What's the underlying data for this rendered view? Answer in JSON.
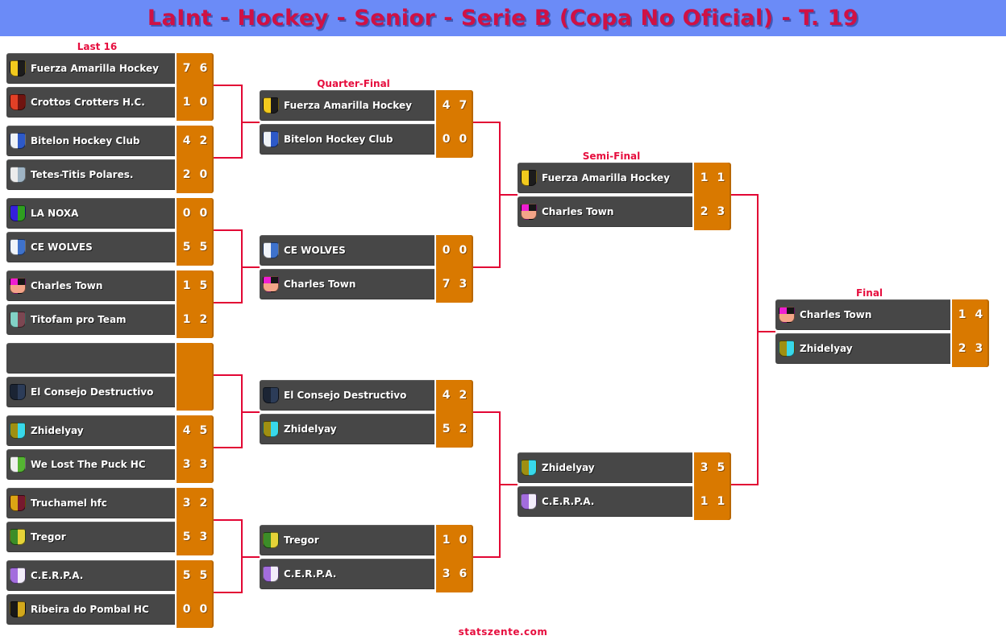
{
  "app": {
    "title": "LaInt - Hockey - Senior - Serie B (Copa No Oficial) - T. 19",
    "footer": "statszente.com"
  },
  "colors": {
    "banner-bg": "#6b8bf7",
    "title-text": "#cf1145",
    "label-text": "#e60e3e",
    "row-bg": "#474747",
    "row-edge": "#606060",
    "score-bg": "#d97900",
    "line": "#e20634",
    "team-text": "#ffffff"
  },
  "teams": {
    "fuerza": {
      "name": "Fuerza Amarilla Hockey",
      "icon": "fuerza-amarilla-logo",
      "c1": "#f2ca1e",
      "c2": "#1c1c1c"
    },
    "crottos": {
      "name": "Crottos Crotters H.C.",
      "icon": "crottos-crotters-logo",
      "c1": "#e24026",
      "c2": "#701410"
    },
    "bitelon": {
      "name": "Bitelon Hockey Club",
      "icon": "bitelon-logo",
      "c1": "#eef2f6",
      "c2": "#2d59c8"
    },
    "tetes": {
      "name": "Tetes-Titis Polares.",
      "icon": "tetes-titis-logo",
      "c1": "#ececec",
      "c2": "#9fb4c4"
    },
    "lanoxa": {
      "name": "LA NOXA",
      "icon": "la-noxa-logo",
      "c1": "#3520dc",
      "c2": "#2f9e20"
    },
    "wolves": {
      "name": "CE WOLVES",
      "icon": "ce-wolves-logo",
      "c1": "#f0f4fa",
      "c2": "#3e72cc"
    },
    "charles": {
      "name": "Charles Town",
      "icon": "charles-town-logo",
      "c1": "#ee1ed2",
      "c2": "#161616",
      "c3": "#f4a488"
    },
    "titofam": {
      "name": "Titofam pro Team",
      "icon": "titofam-logo",
      "c1": "#82d2c6",
      "c2": "#7c4752"
    },
    "consejo": {
      "name": "El Consejo Destructivo",
      "icon": "el-consejo-logo",
      "c1": "#1b2434",
      "c2": "#2c3c58"
    },
    "zhidelyay": {
      "name": "Zhidelyay",
      "icon": "zhidelyay-logo",
      "c1": "#9f8f12",
      "c2": "#38d8ea"
    },
    "welost": {
      "name": "We Lost The Puck HC",
      "icon": "we-lost-the-puck-logo",
      "c1": "#efefef",
      "c2": "#54b431"
    },
    "truchamel": {
      "name": "Truchamel hfc",
      "icon": "truchamel-logo",
      "c1": "#dca514",
      "c2": "#77192e"
    },
    "tregor": {
      "name": "Tregor",
      "icon": "tregor-logo",
      "c1": "#3c8d28",
      "c2": "#e6d438"
    },
    "cerpa": {
      "name": "C.E.R.P.A.",
      "icon": "cerpa-logo",
      "c1": "#a36ddd",
      "c2": "#f2ecfa"
    },
    "ribeira": {
      "name": "Ribeira do Pombal HC",
      "icon": "ribeira-do-pombal-logo",
      "c1": "#181818",
      "c2": "#d2a81c"
    }
  },
  "bracket": {
    "rounds": [
      {
        "label": "Last 16",
        "matches": [
          {
            "teams": [
              {
                "id": "fuerza",
                "scores": [
                  "7",
                  "6"
                ]
              },
              {
                "id": "crottos",
                "scores": [
                  "1",
                  "0"
                ]
              }
            ]
          },
          {
            "teams": [
              {
                "id": "bitelon",
                "scores": [
                  "4",
                  "2"
                ]
              },
              {
                "id": "tetes",
                "scores": [
                  "2",
                  "0"
                ]
              }
            ]
          },
          {
            "teams": [
              {
                "id": "lanoxa",
                "scores": [
                  "0",
                  "0"
                ]
              },
              {
                "id": "wolves",
                "scores": [
                  "5",
                  "5"
                ]
              }
            ]
          },
          {
            "teams": [
              {
                "id": "charles",
                "scores": [
                  "1",
                  "5"
                ]
              },
              {
                "id": "titofam",
                "scores": [
                  "1",
                  "2"
                ]
              }
            ]
          },
          {
            "teams": [
              {
                "id": "",
                "scores": [
                  "",
                  ""
                ]
              },
              {
                "id": "consejo",
                "scores": [
                  "",
                  ""
                ]
              }
            ]
          },
          {
            "teams": [
              {
                "id": "zhidelyay",
                "scores": [
                  "4",
                  "5"
                ]
              },
              {
                "id": "welost",
                "scores": [
                  "3",
                  "3"
                ]
              }
            ]
          },
          {
            "teams": [
              {
                "id": "truchamel",
                "scores": [
                  "3",
                  "2"
                ]
              },
              {
                "id": "tregor",
                "scores": [
                  "5",
                  "3"
                ]
              }
            ]
          },
          {
            "teams": [
              {
                "id": "cerpa",
                "scores": [
                  "5",
                  "5"
                ]
              },
              {
                "id": "ribeira",
                "scores": [
                  "0",
                  "0"
                ]
              }
            ]
          }
        ]
      },
      {
        "label": "Quarter-Final",
        "matches": [
          {
            "teams": [
              {
                "id": "fuerza",
                "scores": [
                  "4",
                  "7"
                ]
              },
              {
                "id": "bitelon",
                "scores": [
                  "0",
                  "0"
                ]
              }
            ]
          },
          {
            "teams": [
              {
                "id": "wolves",
                "scores": [
                  "0",
                  "0"
                ]
              },
              {
                "id": "charles",
                "scores": [
                  "7",
                  "3"
                ]
              }
            ]
          },
          {
            "teams": [
              {
                "id": "consejo",
                "scores": [
                  "4",
                  "2"
                ]
              },
              {
                "id": "zhidelyay",
                "scores": [
                  "5",
                  "2"
                ]
              }
            ]
          },
          {
            "teams": [
              {
                "id": "tregor",
                "scores": [
                  "1",
                  "0"
                ]
              },
              {
                "id": "cerpa",
                "scores": [
                  "3",
                  "6"
                ]
              }
            ]
          }
        ]
      },
      {
        "label": "Semi-Final",
        "matches": [
          {
            "teams": [
              {
                "id": "fuerza",
                "scores": [
                  "1",
                  "1"
                ]
              },
              {
                "id": "charles",
                "scores": [
                  "2",
                  "3"
                ]
              }
            ]
          },
          {
            "teams": [
              {
                "id": "zhidelyay",
                "scores": [
                  "3",
                  "5"
                ]
              },
              {
                "id": "cerpa",
                "scores": [
                  "1",
                  "1"
                ]
              }
            ]
          }
        ]
      },
      {
        "label": "Final",
        "matches": [
          {
            "teams": [
              {
                "id": "charles",
                "scores": [
                  "1",
                  "4"
                ]
              },
              {
                "id": "zhidelyay",
                "scores": [
                  "2",
                  "3"
                ]
              }
            ]
          }
        ]
      }
    ]
  }
}
